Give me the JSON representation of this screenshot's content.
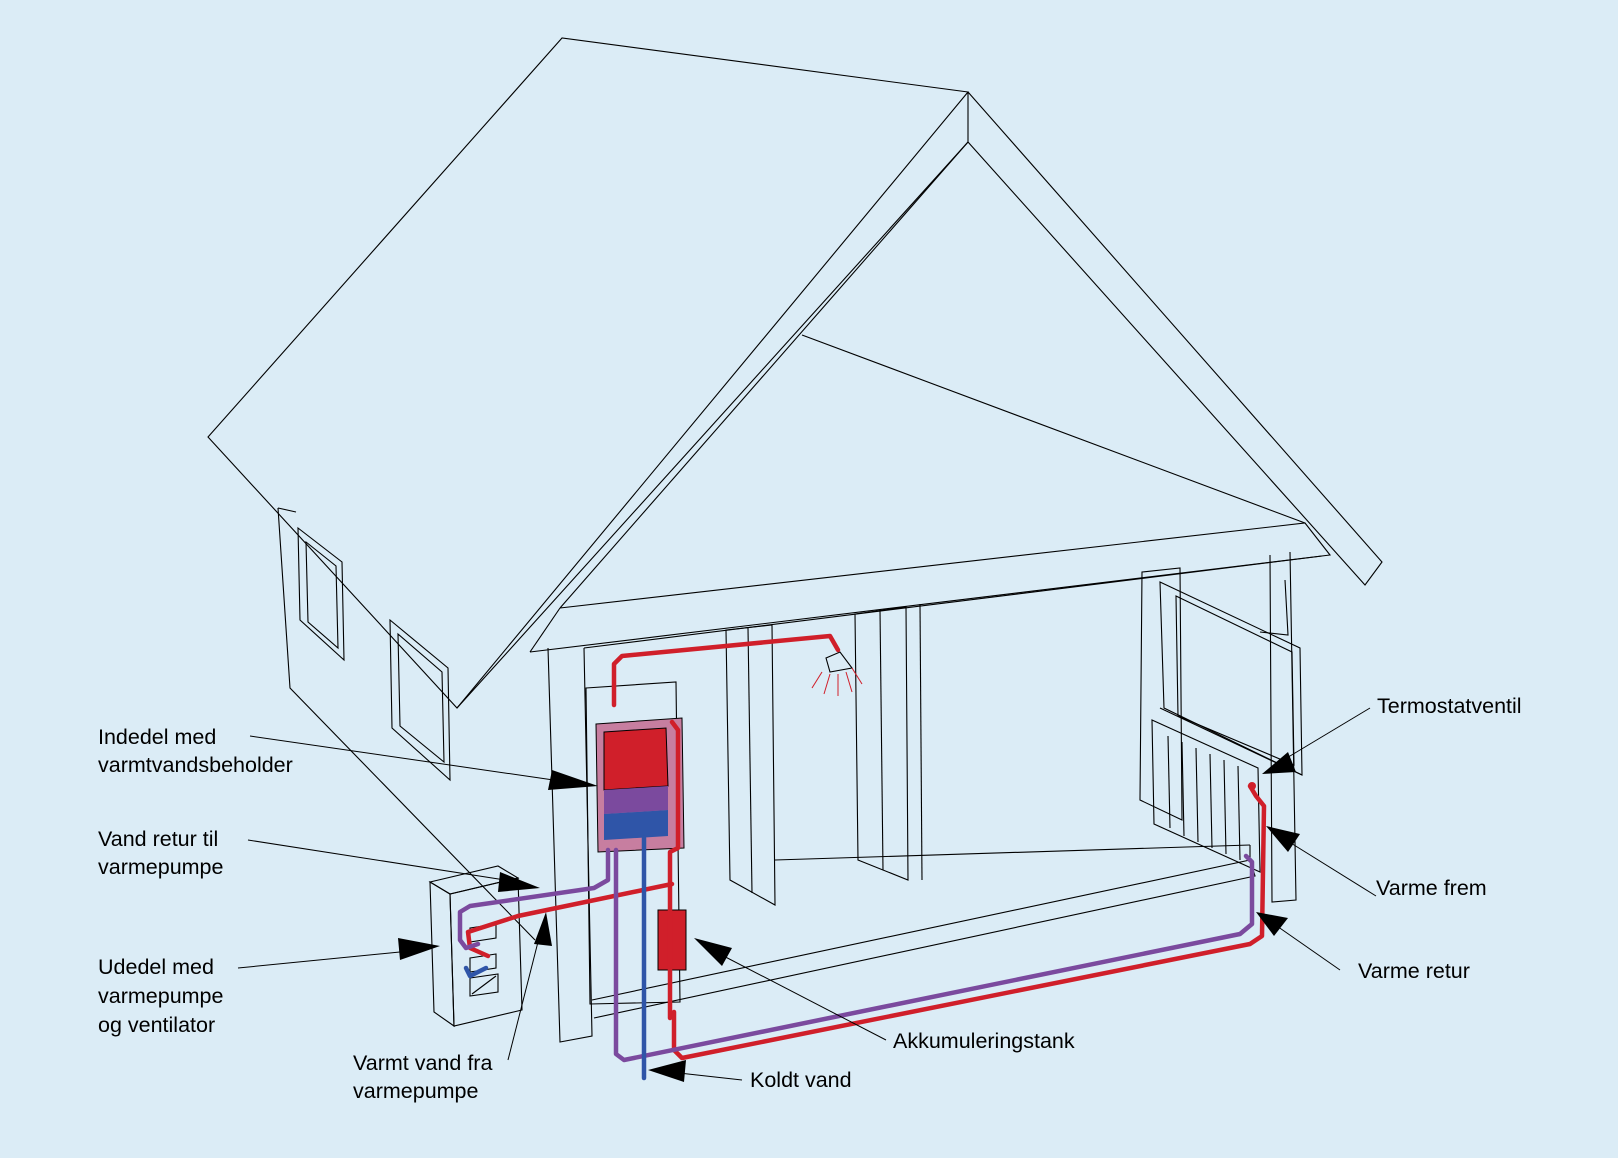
{
  "labels": {
    "indoor_unit": [
      "Indedel med",
      "varmtvandsbeholder"
    ],
    "water_return": [
      "Vand retur til",
      "varmepumpe"
    ],
    "outdoor_unit": [
      "Udedel med",
      "varmepumpe",
      "og ventilator"
    ],
    "hot_water_from_pump": [
      "Varmt vand fra",
      "varmepumpe"
    ],
    "cold_water": "Koldt vand",
    "accumulation_tank": "Akkumuleringstank",
    "heat_return": "Varme retur",
    "heat_flow": "Varme frem",
    "thermostat_valve": "Termostatventil"
  },
  "colors": {
    "background": "#dbecf6",
    "hot": "#d01f2a",
    "return": "#7b4a9e",
    "cold": "#2f55a8"
  }
}
